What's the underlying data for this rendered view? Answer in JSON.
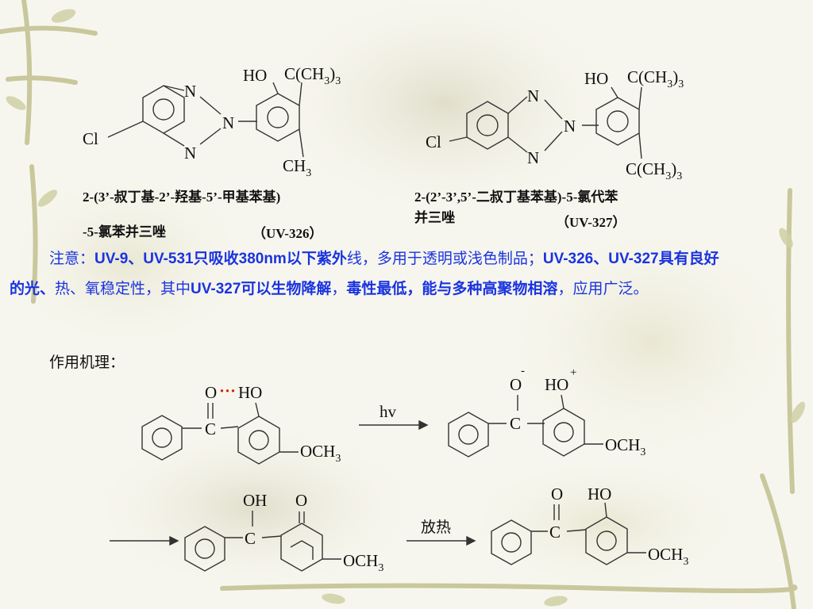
{
  "compound1": {
    "labels": {
      "ho": "HO",
      "tbu": "C(CH",
      "tbu_sub1": "3",
      "tbu_paren": ")",
      "tbu_sub2": "3",
      "n": "N",
      "cl": "Cl",
      "ch3": "CH",
      "ch3_sub": "3"
    },
    "name_line1": "2-(3’-叔丁基-2’-羟基-5’-甲基苯基)",
    "name_line2": "-5-氯苯并三唑",
    "code": "（UV-326）"
  },
  "compound2": {
    "labels": {
      "ho": "HO",
      "tbu": "C(CH",
      "tbu_sub1": "3",
      "tbu_paren": ")",
      "tbu_sub2": "3",
      "n": "N",
      "cl": "Cl"
    },
    "name_line1": "2-(2’-3’,5’-二叔丁基苯基)-5-氯代苯",
    "name_line2": "并三唑",
    "code": "（UV-327）"
  },
  "note": {
    "prefix": "注意：",
    "bold1": "UV-9、UV-531只吸收380nm以下紫外",
    "normal1": "线，多用于透明或浅色制品；",
    "bold2": "UV-326、UV-327具有良好的光、",
    "normal2": "热、氧稳定性，其中",
    "bold3": "UV-327可以生物降解",
    "normal3": "，",
    "bold4": "毒性最低，能与多种高聚物相溶",
    "normal4": "，应用广泛。"
  },
  "mechanism": {
    "title": "作用机理：",
    "step1_arrow_label": "hv",
    "step3_arrow_label": "放热",
    "labels": {
      "o": "O",
      "ho": "HO",
      "oh": "OH",
      "c": "C",
      "och3": "OCH",
      "och3_sub": "3",
      "minus": "-",
      "plus": "+",
      "dots": "···"
    }
  },
  "colors": {
    "text_blue": "#1a33e0",
    "dots_red": "#cc2200",
    "line": "#333333"
  }
}
